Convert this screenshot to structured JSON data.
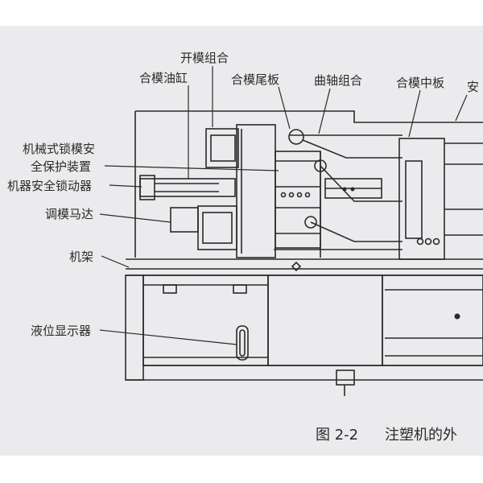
{
  "labels": {
    "open_mold_group": "开模组合",
    "clamp_cylinder": "合模油缸",
    "clamp_tail_plate": "合模尾板",
    "crankshaft_group": "曲轴组合",
    "clamp_middle_plate": "合模中板",
    "cut_off_an": "安",
    "mech_lock_safety_1": "机械式锁模安",
    "mech_lock_safety_2": "全保护装置",
    "machine_safety_lock": "机器安全锁动器",
    "mold_adjust_motor": "调模马达",
    "frame": "机架",
    "level_display": "液位显示器"
  },
  "caption": {
    "figure_number": "图 2-2",
    "title": "注塑机的外"
  },
  "colors": {
    "paper": "#ebebed",
    "ink": "#2a2a2a",
    "margin": "#ffffff"
  }
}
